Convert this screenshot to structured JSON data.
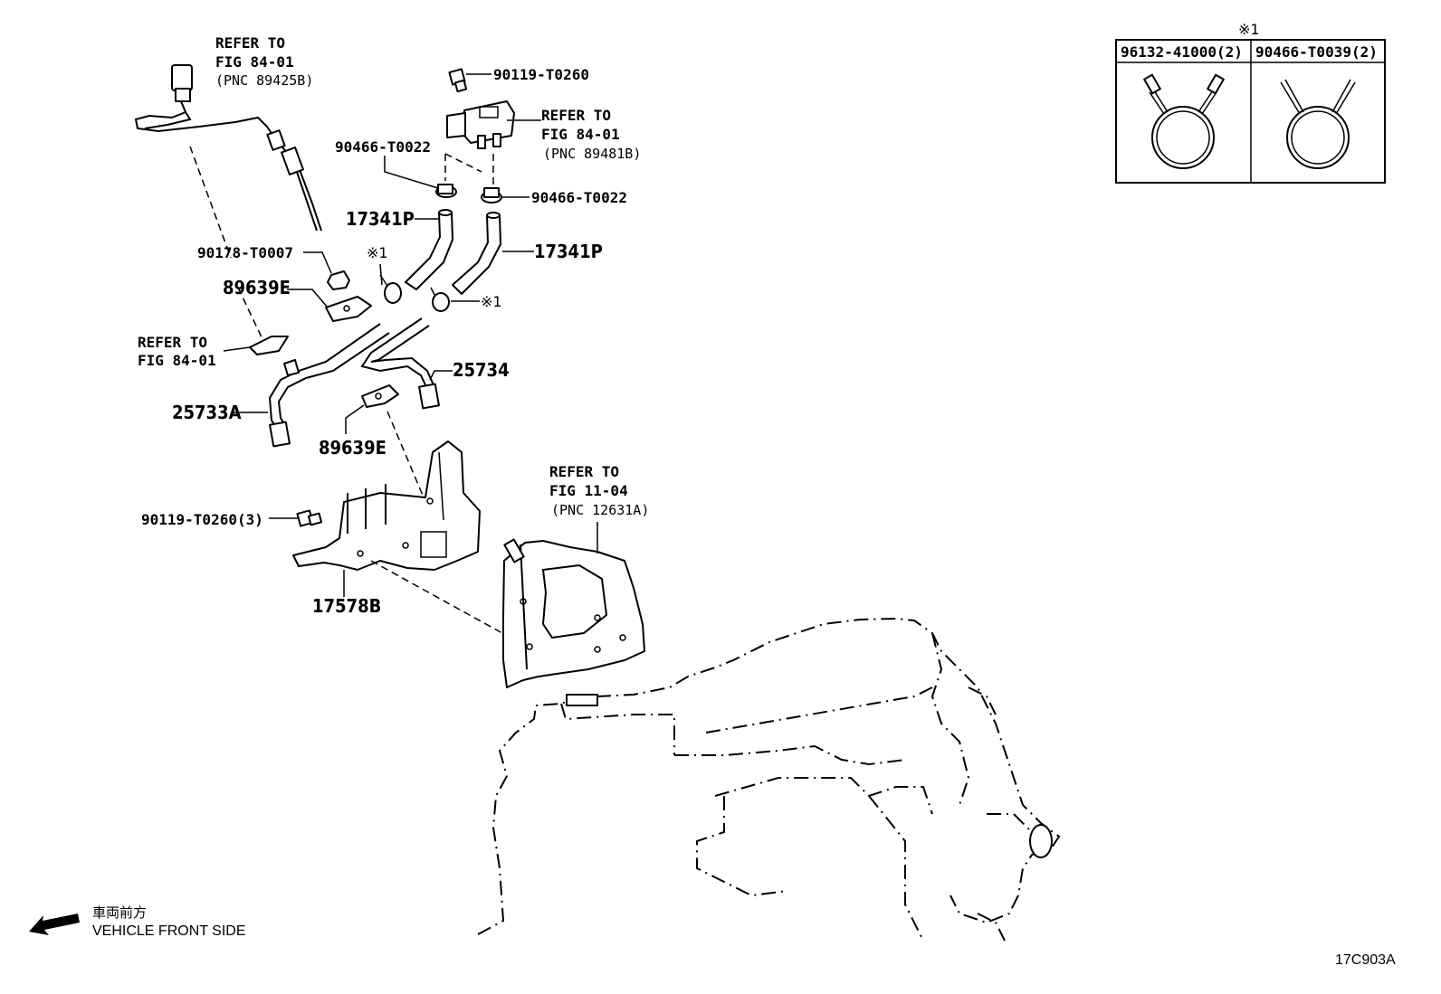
{
  "diagram_id": "17C903A",
  "direction": {
    "japanese": "車両前方",
    "english": "VEHICLE FRONT SIDE"
  },
  "inset_table": {
    "marker": "※1",
    "columns": [
      "96132-41000(2)",
      "90466-T0039(2)"
    ]
  },
  "callouts": {
    "ref_a": [
      "REFER TO",
      "FIG 84-01",
      "(PNC 89425B)"
    ],
    "ref_b": [
      "REFER TO",
      "FIG 84-01",
      "(PNC 89481B)"
    ],
    "ref_c": [
      "REFER TO",
      "FIG 84-01"
    ],
    "ref_d": [
      "REFER TO",
      "FIG 11-04",
      "(PNC 12631A)"
    ],
    "p_90119_t0260": "90119-T0260",
    "p_90466_t0022_a": "90466-T0022",
    "p_90466_t0022_b": "90466-T0022",
    "p_17341p_a": "17341P",
    "p_17341p_b": "17341P",
    "p_90178_t0007": "90178-T0007",
    "mark_a": "※1",
    "mark_b": "※1",
    "p_89639e_a": "89639E",
    "p_89639e_b": "89639E",
    "p_25734": "25734",
    "p_25733a": "25733A",
    "p_90119_t0260_3": "90119-T0260(3)",
    "p_17578b": "17578B"
  }
}
